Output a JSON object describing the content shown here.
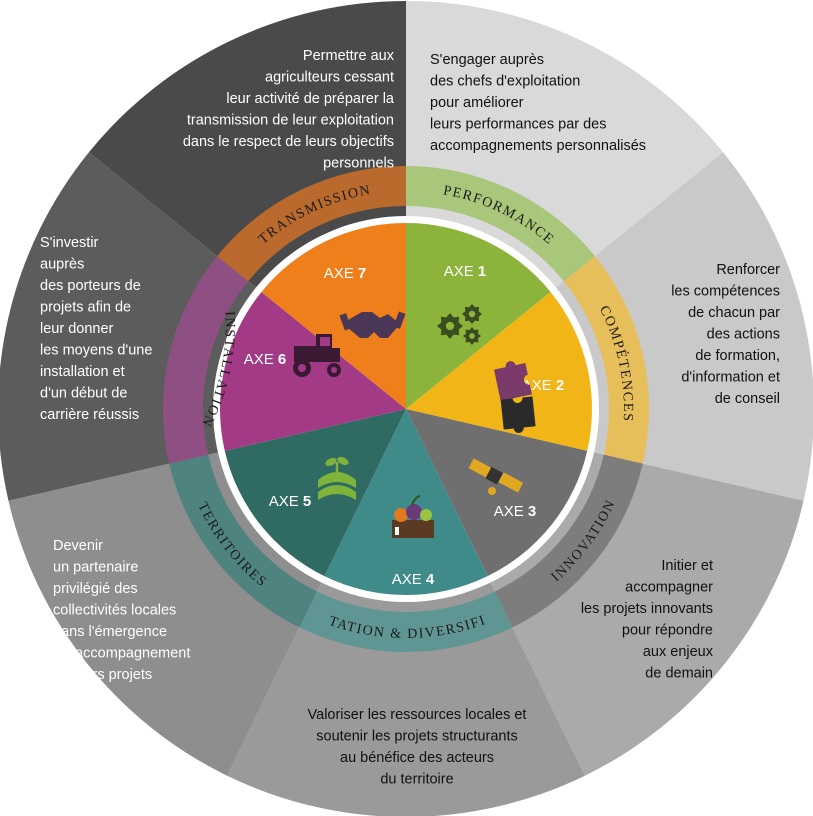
{
  "colors": {
    "background": "#ffffff",
    "outer_dark": "#4a4a4a",
    "outer_mid": "#8a8a8a",
    "outer_light": "#d9d9d9",
    "performance": "#8cb33a",
    "competences": "#f2b517",
    "innovation": "#6f6f6f",
    "alimentation": "#3f8b89",
    "territoires": "#2f6b63",
    "installation": "#a33a86",
    "transmission": "#ee7f1a"
  },
  "axes": [
    {
      "id": "1",
      "prefix": "AXE ",
      "number": "1",
      "ring_label": "Performance",
      "icon": "gears-icon",
      "description": [
        "S'engager auprès",
        "des chefs d'exploitation",
        "pour améliorer",
        "leurs performances par des",
        "accompagnements personnalisés"
      ]
    },
    {
      "id": "2",
      "prefix": "AXE ",
      "number": "2",
      "ring_label": "Compétences",
      "icon": "puzzle-icon",
      "description": [
        "Renforcer",
        "les compétences",
        "de chacun par",
        "des actions",
        "de formation,",
        "d'information et",
        "de conseil"
      ]
    },
    {
      "id": "3",
      "prefix": "AXE ",
      "number": "3",
      "ring_label": "Innovation",
      "icon": "satellite-icon",
      "description": [
        "Initier et",
        "accompagner",
        "les projets innovants",
        "pour répondre",
        "aux enjeux",
        "de demain"
      ]
    },
    {
      "id": "4",
      "prefix": "AXE ",
      "number": "4",
      "ring_label": "Alimentation & diversification",
      "icon": "vegetable-crate-icon",
      "description": [
        "Valoriser les ressources locales et",
        "soutenir les projets structurants",
        "au bénéfice des acteurs",
        "du territoire"
      ]
    },
    {
      "id": "5",
      "prefix": "AXE ",
      "number": "5",
      "ring_label": "Territoires",
      "icon": "field-sprout-icon",
      "description": [
        "Devenir",
        "un partenaire",
        "privilégié des",
        "collectivités locales",
        "dans l'émergence",
        "et l'accompagnement",
        "de leurs projets"
      ]
    },
    {
      "id": "6",
      "prefix": "AXE ",
      "number": "6",
      "ring_label": "Installation",
      "icon": "tractor-icon",
      "description": [
        "S'investir",
        "auprès",
        "des porteurs de",
        "projets afin de",
        "leur donner",
        "les moyens d'une",
        "installation et",
        "d'un début de",
        "carrière réussis"
      ]
    },
    {
      "id": "7",
      "prefix": "AXE ",
      "number": "7",
      "ring_label": "Transmission",
      "icon": "handshake-icon",
      "description": [
        "Permettre aux",
        "agriculteurs cessant",
        "leur activité de préparer la",
        "transmission de leur exploitation",
        "dans le respect de leurs objectifs",
        "personnels"
      ]
    }
  ]
}
